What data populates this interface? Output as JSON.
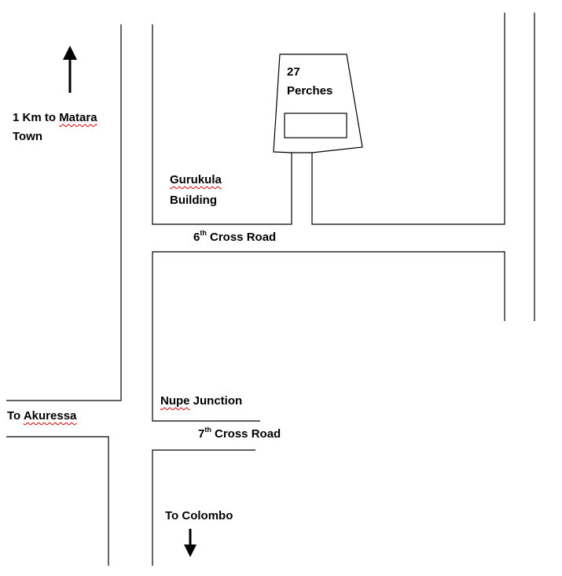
{
  "labels": {
    "matara_line1_km": "1 Km to ",
    "matara_line1_name": "Matara",
    "matara_line2": "Town",
    "plot_line1": "27",
    "plot_line2": "Perches",
    "gurukula_line1": "Gurukula",
    "gurukula_line2": "Building",
    "cross6_num": "6",
    "cross6_sup": "th",
    "cross6_name": " Cross Road",
    "nupe_word": "Nupe",
    "nupe_rest": " Junction",
    "akuressa_prefix": "To ",
    "akuressa_name": "Akuressa",
    "cross7_num": "7",
    "cross7_sup": "th",
    "cross7_name": " Cross Road",
    "colombo": "To Colombo"
  },
  "icons": {
    "north": "arrow-up-icon",
    "south": "arrow-down-icon"
  },
  "colors": {
    "line": "#000000",
    "spell_underline": "#d00000"
  }
}
